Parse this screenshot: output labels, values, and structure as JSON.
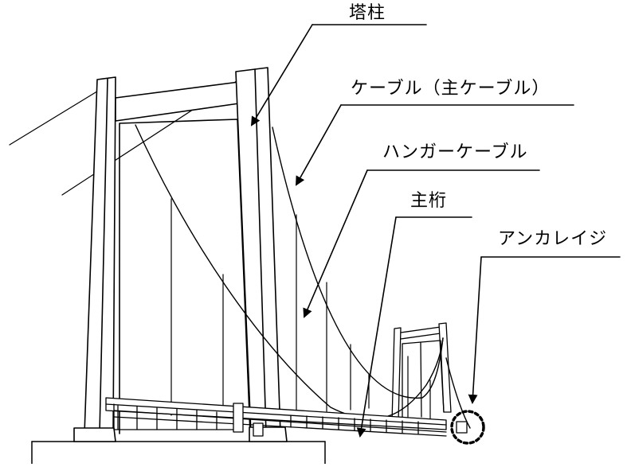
{
  "labels": {
    "tower": "塔柱",
    "main_cable": "ケーブル（主ケーブル）",
    "hanger_cable": "ハンガーケーブル",
    "main_girder": "主桁",
    "anchorage": "アンカレイジ"
  },
  "colors": {
    "ink": "#000000",
    "background": "#ffffff"
  }
}
